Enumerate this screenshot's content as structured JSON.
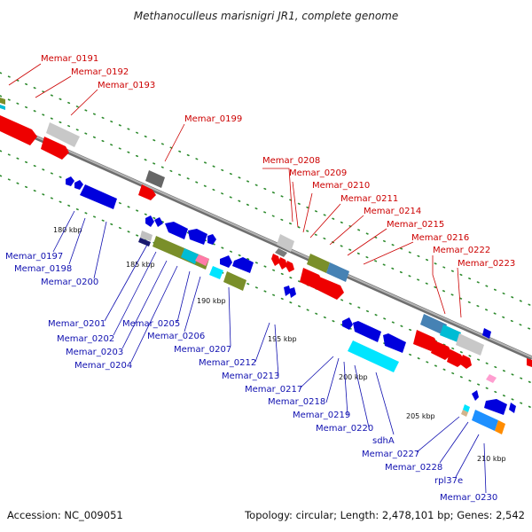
{
  "title": "Methanoculleus marisnigri JR1, complete genome",
  "footer": {
    "accession": "Accession: NC_009051",
    "summary": "Topology: circular; Length: 2,478,101 bp; Genes: 2,542"
  },
  "scale_ticks": [
    "180 kbp",
    "185 kbp",
    "190 kbp",
    "195 kbp",
    "200 kbp",
    "205 kbp",
    "210 kbp"
  ],
  "forward_genes": [
    "Memar_0191",
    "Memar_0192",
    "Memar_0193",
    "Memar_0199",
    "Memar_0208",
    "Memar_0209",
    "Memar_0210",
    "Memar_0211",
    "Memar_0214",
    "Memar_0215",
    "Memar_0216",
    "Memar_0222",
    "Memar_0223"
  ],
  "reverse_genes": [
    "Memar_0197",
    "Memar_0198",
    "Memar_0200",
    "Memar_0201",
    "Memar_0202",
    "Memar_0203",
    "Memar_0204",
    "Memar_0205",
    "Memar_0206",
    "Memar_0207",
    "Memar_0212",
    "Memar_0213",
    "Memar_0217",
    "Memar_0218",
    "Memar_0219",
    "Memar_0220",
    "sdhA",
    "Memar_0227",
    "Memar_0228",
    "rpl37e",
    "Memar_0230"
  ],
  "colors": {
    "forward_label": "#cc0000",
    "reverse_label": "#1010b0",
    "backbone": "#8c8c8c",
    "track_dots": "#2e8b2e"
  }
}
